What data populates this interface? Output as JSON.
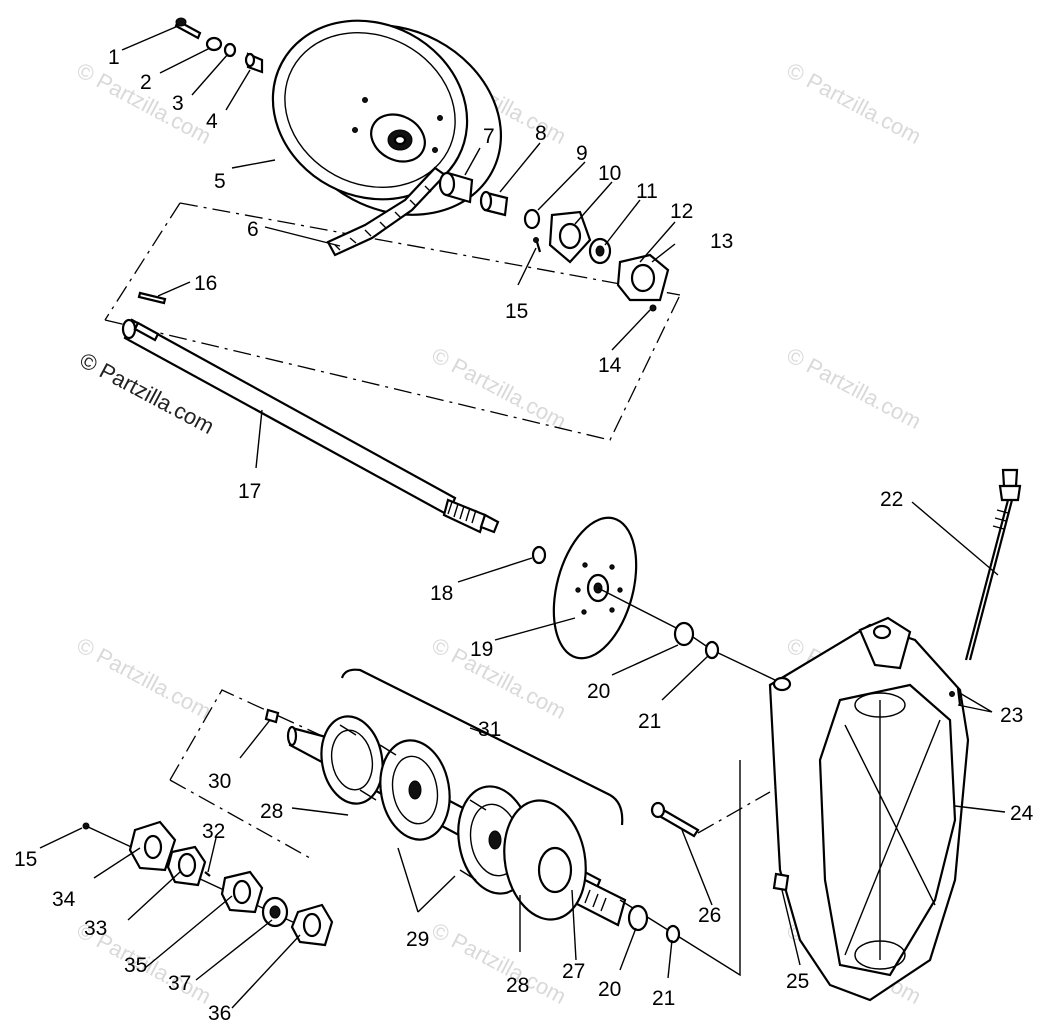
{
  "watermark": {
    "main": "© Partzilla.com",
    "faint": "© Partzilla.com"
  },
  "callouts": [
    {
      "id": "c1",
      "text": "1"
    },
    {
      "id": "c2",
      "text": "2"
    },
    {
      "id": "c3",
      "text": "3"
    },
    {
      "id": "c4",
      "text": "4"
    },
    {
      "id": "c5",
      "text": "5"
    },
    {
      "id": "c6",
      "text": "6"
    },
    {
      "id": "c7",
      "text": "7"
    },
    {
      "id": "c8",
      "text": "8"
    },
    {
      "id": "c9",
      "text": "9"
    },
    {
      "id": "c10",
      "text": "10"
    },
    {
      "id": "c11",
      "text": "11"
    },
    {
      "id": "c12",
      "text": "12"
    },
    {
      "id": "c13",
      "text": "13"
    },
    {
      "id": "c14",
      "text": "14"
    },
    {
      "id": "c15a",
      "text": "15"
    },
    {
      "id": "c16",
      "text": "16"
    },
    {
      "id": "c17",
      "text": "17"
    },
    {
      "id": "c18",
      "text": "18"
    },
    {
      "id": "c19",
      "text": "19"
    },
    {
      "id": "c20a",
      "text": "20"
    },
    {
      "id": "c21a",
      "text": "21"
    },
    {
      "id": "c22",
      "text": "22"
    },
    {
      "id": "c23",
      "text": "23"
    },
    {
      "id": "c24",
      "text": "24"
    },
    {
      "id": "c25",
      "text": "25"
    },
    {
      "id": "c26",
      "text": "26"
    },
    {
      "id": "c27",
      "text": "27"
    },
    {
      "id": "c28a",
      "text": "28"
    },
    {
      "id": "c28b",
      "text": "28"
    },
    {
      "id": "c29",
      "text": "29"
    },
    {
      "id": "c30",
      "text": "30"
    },
    {
      "id": "c31",
      "text": "31"
    },
    {
      "id": "c32",
      "text": "32"
    },
    {
      "id": "c33",
      "text": "33"
    },
    {
      "id": "c34",
      "text": "34"
    },
    {
      "id": "c35",
      "text": "35"
    },
    {
      "id": "c36",
      "text": "36"
    },
    {
      "id": "c37",
      "text": "37"
    },
    {
      "id": "c15b",
      "text": "15"
    },
    {
      "id": "c20b",
      "text": "20"
    },
    {
      "id": "c21b",
      "text": "21"
    }
  ]
}
